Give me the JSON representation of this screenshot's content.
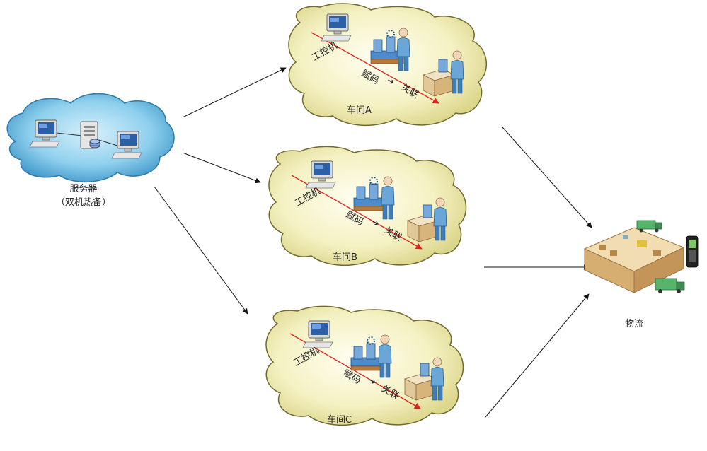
{
  "server": {
    "label": "服务器",
    "sublabel": "（双机热备）"
  },
  "workshops": [
    {
      "id": "a",
      "label": "车间A",
      "ipc_label": "工控机",
      "code_label": "赋码",
      "arrow_glyph": "➔",
      "link_label": "关联"
    },
    {
      "id": "b",
      "label": "车间B",
      "ipc_label": "工控机",
      "code_label": "赋码",
      "arrow_glyph": "➔",
      "link_label": "关联"
    },
    {
      "id": "c",
      "label": "车间C",
      "ipc_label": "工控机",
      "code_label": "赋码",
      "arrow_glyph": "➔",
      "link_label": "关联"
    }
  ],
  "logistics": {
    "label": "物流"
  },
  "colors": {
    "server_cloud": "#5fb6e0",
    "server_cloud_edge": "#2f78a8",
    "workshop_cloud": "#f1efb8",
    "workshop_cloud_edge": "#6e6a30",
    "process_line": "#e02020",
    "connector": "#111111"
  }
}
